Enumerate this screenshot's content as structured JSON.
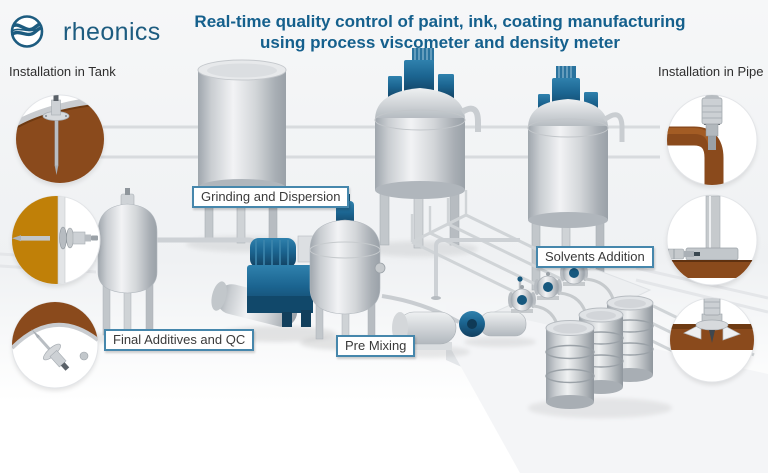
{
  "brand": {
    "name": "rheonics",
    "color": "#1d5c80"
  },
  "title": {
    "line1": "Real-time quality control of paint, ink, coating manufacturing",
    "line2": "using process viscometer and density meter",
    "color": "#15608d"
  },
  "sections": {
    "tank": {
      "heading": "Installation in Tank",
      "insets": [
        "top-mount-flange-sensor-in-tank",
        "side-mount-sensor-through-tank-wall",
        "bottom-angled-sensor-in-tank"
      ]
    },
    "pipe": {
      "heading": "Installation in Pipe",
      "insets": [
        "inline-sensor-at-pipe-elbow",
        "sensor-in-pipe-tee",
        "tri-clamp-sensor-in-pipe"
      ]
    }
  },
  "process_labels": {
    "grinding": "Grinding and Dispersion",
    "solvents": "Solvents Addition",
    "final_qc": "Final Additives and QC",
    "premix": "Pre Mixing"
  },
  "colors": {
    "accent_blue": "#15608d",
    "label_border": "#4687ac",
    "machine_blue": "#1b6490",
    "fluid_brown": "#8a4a1c",
    "fluid_amber": "#c08008",
    "metal_light": "#eef0f2",
    "metal_dark": "#9aa1a8"
  }
}
